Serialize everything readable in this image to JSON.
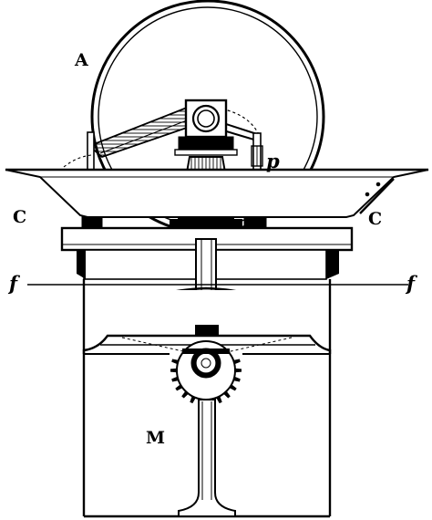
{
  "diagram": {
    "labels": {
      "wheel": "A",
      "pan_left": "C",
      "pan_right": "C",
      "link": "p",
      "level_left": "f",
      "level_right": "f",
      "base": "M"
    }
  }
}
